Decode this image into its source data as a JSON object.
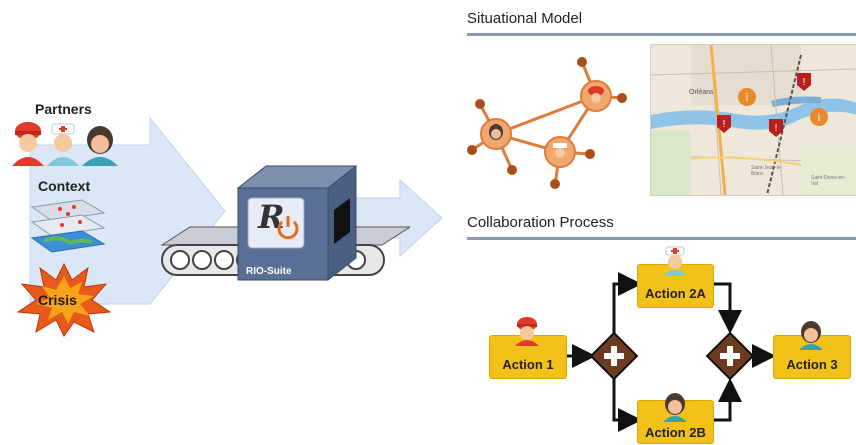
{
  "left": {
    "partners_label": "Partners",
    "context_label": "Context",
    "crisis_label": "Crisis"
  },
  "machine": {
    "logo_letter": "R",
    "name": "RIO-Suite"
  },
  "situational_model": {
    "title": "Situational Model",
    "map_labels": [
      "Orléans",
      "Saint-Jean-le-Blanc",
      "Saint-Denis-en-Val"
    ]
  },
  "collaboration": {
    "title": "Collaboration Process",
    "actions": {
      "a1": "Action 1",
      "a2a": "Action 2A",
      "a2b": "Action 2B",
      "a3": "Action 3"
    }
  },
  "colors": {
    "arrow_fill": "#dbe7f6",
    "machine_blue": "#5a6f96",
    "network_orange": "#e07b39",
    "action_yellow": "#f2c21b",
    "gateway_brown": "#6b3a1f",
    "rule_color": "#8a9ab2"
  }
}
